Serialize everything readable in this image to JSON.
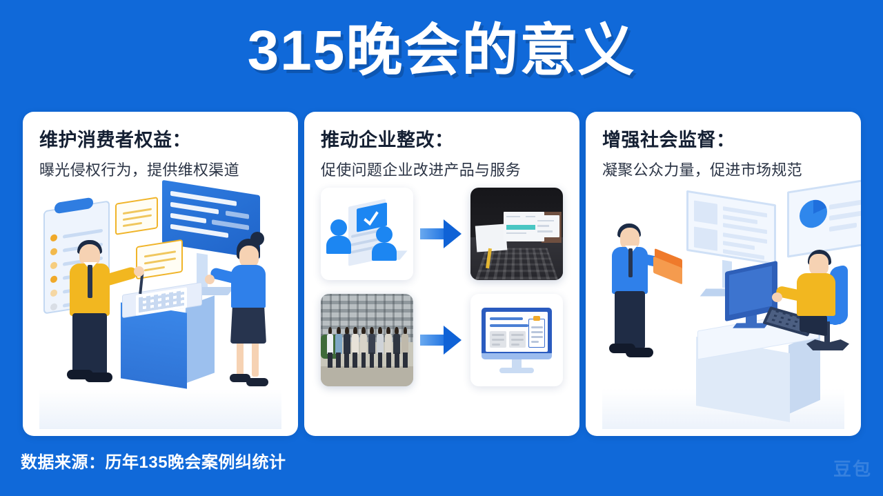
{
  "page": {
    "background_color": "#1069d9",
    "title": "315晚会的意义"
  },
  "cards": [
    {
      "heading": "维护消费者权益：",
      "subtitle": "曝光侵权行为，提供维权渠道",
      "illustration": "consumer-rights-kiosk-isometric"
    },
    {
      "heading": "推动企业整改：",
      "subtitle": "促使问题企业改进产品与服务",
      "illustration": "enterprise-rectification-flow",
      "rows": [
        {
          "from": "review-document-icon",
          "arrow": "arrow-right",
          "to": "exhibition-photo"
        },
        {
          "from": "group-team-photo",
          "arrow": "arrow-right",
          "to": "monitor-report-icon"
        }
      ]
    },
    {
      "heading": "增强社会监督：",
      "subtitle": "凝聚公众力量，促进市场规范",
      "illustration": "social-supervision-office-isometric"
    }
  ],
  "footer": {
    "source": "数据来源：历年135晚会案例纠统计",
    "watermark": "豆包"
  },
  "colors": {
    "background": "#1069d9",
    "card": "#ffffff",
    "heading": "#152033",
    "subtitle": "#2b3445",
    "accent_blue": "#2f80ea",
    "accent_yellow": "#f2b720",
    "arrow": "#0f62d6"
  }
}
